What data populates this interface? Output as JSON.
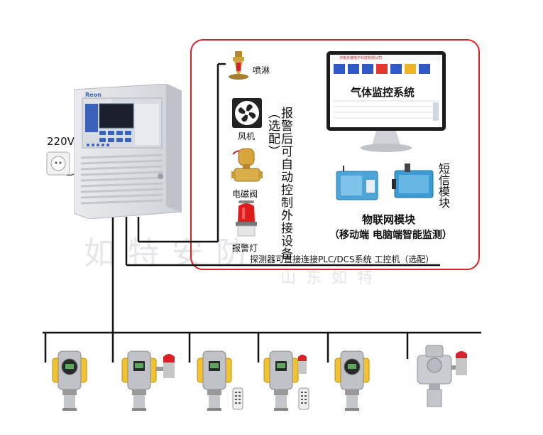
{
  "watermark": {
    "company": "如特安防",
    "region": "山东如特"
  },
  "controller": {
    "brand": "Reon"
  },
  "power": {
    "label": "220V"
  },
  "outputs": {
    "sprinkler": "喷淋",
    "fan": "风机",
    "valve": "电磁阀",
    "alarm_light": "报警灯",
    "note": "报警后可自动控制外接设备（选配）"
  },
  "monitor": {
    "system_title": "气体监控系统",
    "company_header": "济南多瑞电子科技有限公司"
  },
  "iot": {
    "sms_module": "短信模块",
    "title": "物联网模块",
    "subtitle": "（移动端  电脑端智能监测）"
  },
  "plc_note": "探测器可直接连接PLC/DCS系统 工控机（选配）",
  "colors": {
    "border": "#d6232a",
    "line": "#111111",
    "detector_yellow": "#f2c230",
    "panel_blue": "#3a62b8"
  }
}
